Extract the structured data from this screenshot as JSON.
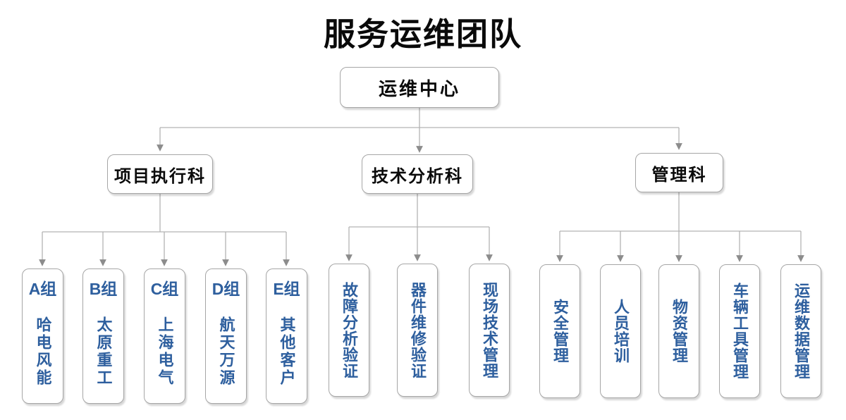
{
  "title": "服务运维团队",
  "root": {
    "label": "运维中心"
  },
  "colors": {
    "accent_blue": "#2e5f9e",
    "box_border_gray": "#a6a6a6",
    "connector_gray": "#b3b3b3",
    "arrowhead_gray": "#8c8c8c",
    "title_black": "#0a0a0a",
    "background": "#ffffff"
  },
  "sections": [
    {
      "label": "项目执行科",
      "children": [
        {
          "header": "A组",
          "label": "哈电风能"
        },
        {
          "header": "B组",
          "label": "太原重工"
        },
        {
          "header": "C组",
          "label": "上海电气"
        },
        {
          "header": "D组",
          "label": "航天万源"
        },
        {
          "header": "E组",
          "label": "其他客户"
        }
      ]
    },
    {
      "label": "技术分析科",
      "children": [
        {
          "label": "故障分析验证"
        },
        {
          "label": "器件维修验证"
        },
        {
          "label": "现场技术管理"
        }
      ]
    },
    {
      "label": "管理科",
      "children": [
        {
          "label": "安全管理"
        },
        {
          "label": "人员培训"
        },
        {
          "label": "物资管理"
        },
        {
          "label": "车辆工具管理"
        },
        {
          "label": "运维数据管理"
        }
      ]
    }
  ]
}
